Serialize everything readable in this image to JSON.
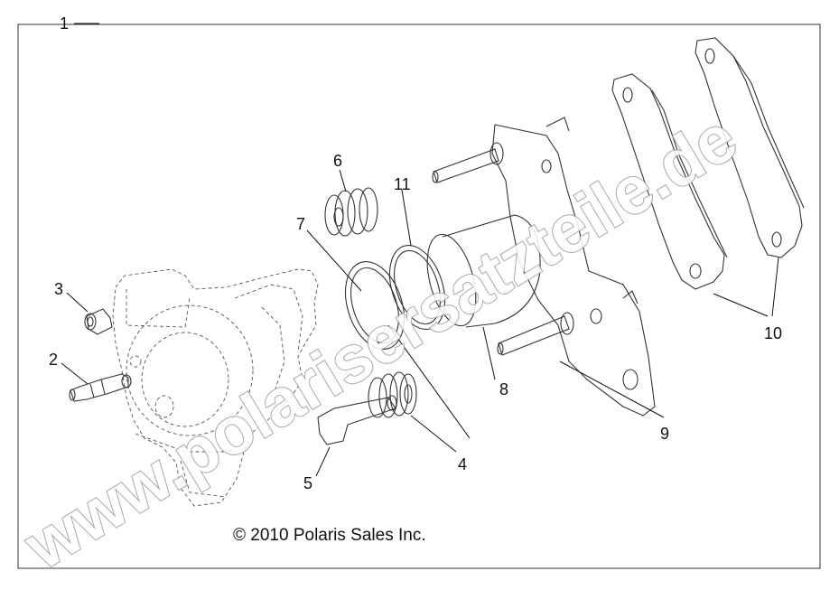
{
  "copyright": "© 2010 Polaris Sales Inc.",
  "watermark": "www.polarisersatzteile.de",
  "callouts": [
    {
      "id": "1",
      "label": "1"
    },
    {
      "id": "2",
      "label": "2"
    },
    {
      "id": "3",
      "label": "3"
    },
    {
      "id": "4",
      "label": "4"
    },
    {
      "id": "5",
      "label": "5"
    },
    {
      "id": "6",
      "label": "6"
    },
    {
      "id": "7",
      "label": "7"
    },
    {
      "id": "8",
      "label": "8"
    },
    {
      "id": "9",
      "label": "9"
    },
    {
      "id": "10",
      "label": "10"
    },
    {
      "id": "11",
      "label": "11"
    }
  ]
}
